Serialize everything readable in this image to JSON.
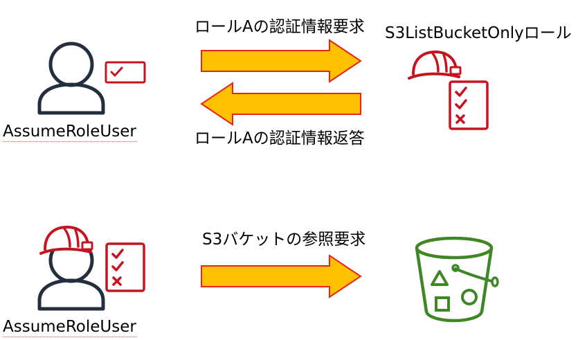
{
  "top": {
    "user_label": "AssumeRoleUser",
    "request_label": "ロールAの認証情報要求",
    "return_label": "ロールAの認証情報返答",
    "role_label": "S3ListBucketOnlyロール"
  },
  "bottom": {
    "user_label": "AssumeRoleUser",
    "request_label": "S3バケットの参照要求"
  },
  "colors": {
    "arrow_fill": "#ffc000",
    "arrow_stroke": "#e8231b",
    "iam_red": "#c7131f",
    "user_navy": "#232f3e",
    "s3_green": "#3f8624"
  },
  "icons": {
    "user": "user-icon",
    "role_check": "role-check-icon",
    "helmet": "helmet-icon",
    "permissions": "permissions-checklist-icon",
    "bucket": "s3-bucket-icon"
  }
}
